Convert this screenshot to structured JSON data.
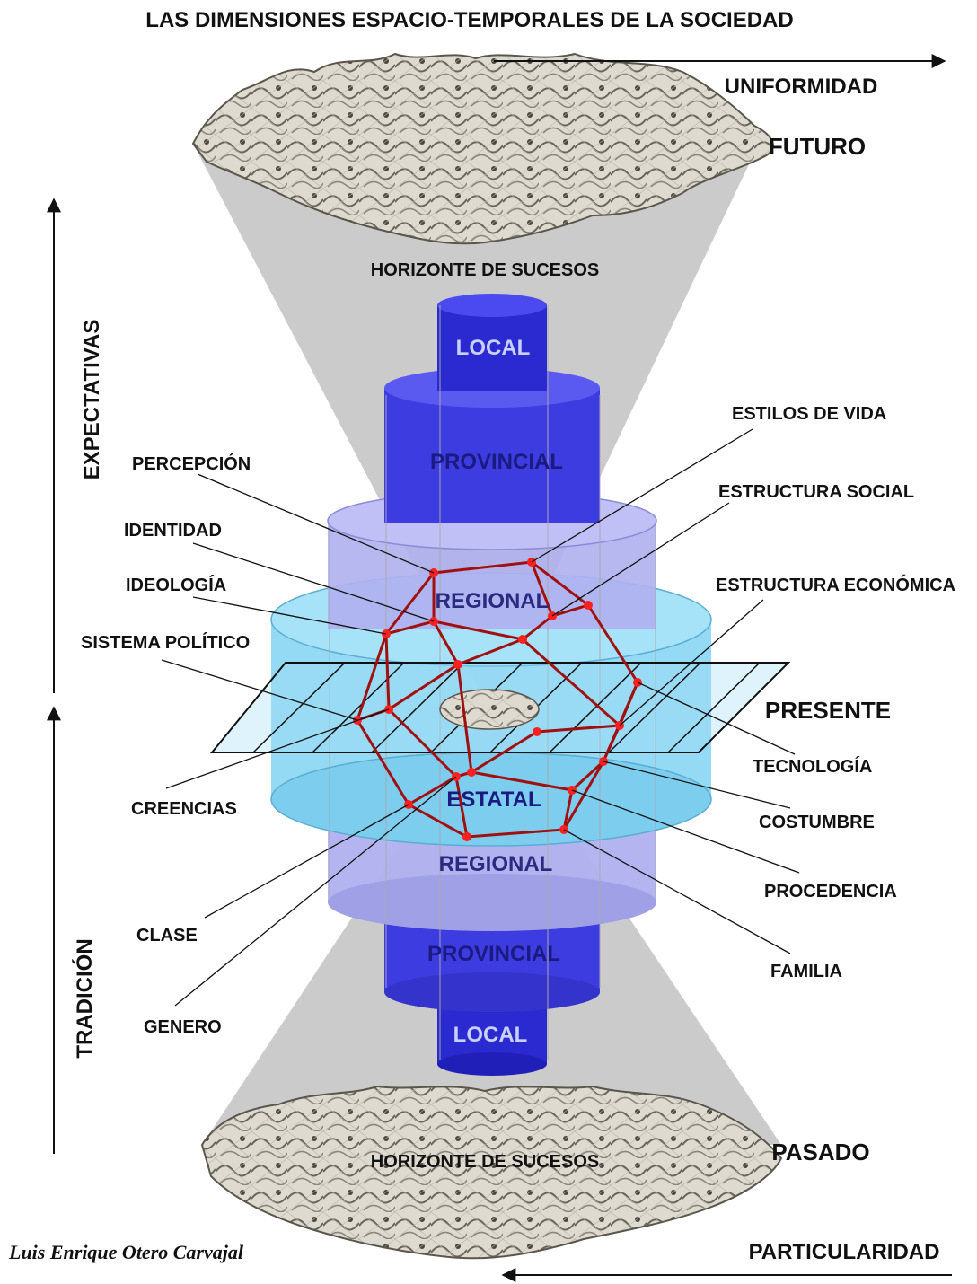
{
  "title": "LAS DIMENSIONES ESPACIO-TEMPORALES DE LA SOCIEDAD",
  "axes": {
    "top_arrow": "UNIFORMIDAD",
    "bottom_arrow": "PARTICULARIDAD",
    "left_up": "EXPECTATIVAS",
    "left_down": "TRADICIÓN"
  },
  "time": {
    "future": "FUTURO",
    "present": "PRESENTE",
    "past": "PASADO"
  },
  "horizon_top": "HORIZONTE DE SUCESOS",
  "horizon_bottom": "HORIZONTE DE SUCESOS",
  "cylinder": {
    "local_top": "LOCAL",
    "provincial_top": "PROVINCIAL",
    "regional_top": "REGIONAL",
    "estatal": "ESTATAL",
    "regional_bottom": "REGIONAL",
    "provincial_bottom": "PROVINCIAL",
    "local_bottom": "LOCAL"
  },
  "dimensions_left": [
    "PERCEPCIÓN",
    "IDENTIDAD",
    "IDEOLOGÍA",
    "SISTEMA POLÍTICO",
    "CREENCIAS",
    "CLASE",
    "GENERO"
  ],
  "dimensions_right": [
    "ESTILOS DE VIDA",
    "ESTRUCTURA SOCIAL",
    "ESTRUCTURA ECONÓMICA",
    "TECNOLOGÍA",
    "COSTUMBRE",
    "PROCEDENCIA",
    "FAMILIA"
  ],
  "author": "Luis Enrique Otero Carvajal",
  "colors": {
    "cone": "#c8c8c8",
    "cylinder_dark": "#2a2ad0",
    "cylinder_mid": "#4646e6",
    "cylinder_light": "#b0b0f0",
    "cylinder_cyan": "#8fd8f4",
    "polyhedron_edge": "#a01010",
    "polyhedron_node": "#ff2020",
    "terrain": "#d8d4c8"
  }
}
